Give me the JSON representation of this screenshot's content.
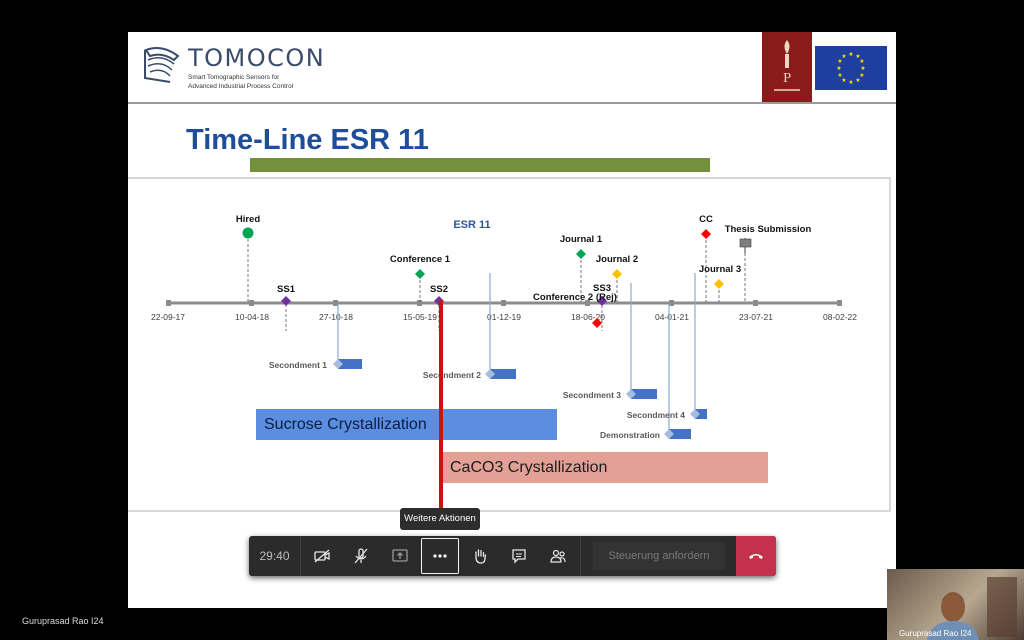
{
  "meeting": {
    "timer": "29:40",
    "tooltip": "Weitere Aktionen",
    "request_control": "Steuerung anfordern",
    "presenter_name": "Guruprasad Rao I24",
    "self_video_name": "Guruprasad Rao I24"
  },
  "slide": {
    "brand": "TOMOCON",
    "brand_sub1": "Smart Tomographic Sensors for",
    "brand_sub2": "Advanced Industrial Process Control",
    "title": "Time-Line ESR 11"
  },
  "chart": {
    "heading": "ESR 11",
    "axis_ticks": [
      "22-09-17",
      "10-04-18",
      "27-10-18",
      "15-05-19",
      "01-12-19",
      "18-06-20",
      "04-01-21",
      "23-07-21",
      "08-02-22"
    ],
    "milestones": [
      {
        "label": "Hired",
        "color": "#00a651",
        "shape": "circle"
      },
      {
        "label": "SS1",
        "color": "#7030a0",
        "shape": "diamond"
      },
      {
        "label": "Conference 1",
        "color": "#00a651",
        "shape": "diamond"
      },
      {
        "label": "SS2",
        "color": "#7030a0",
        "shape": "diamond"
      },
      {
        "label": "Journal 1",
        "color": "#00a651",
        "shape": "diamond"
      },
      {
        "label": "Journal 2",
        "color": "#ffc000",
        "shape": "diamond"
      },
      {
        "label": "SS3",
        "color": "#7030a0",
        "shape": "diamond"
      },
      {
        "label": "Conference 2 (Rej)",
        "color": "#ff0000",
        "shape": "diamond"
      },
      {
        "label": "CC",
        "color": "#ff0000",
        "shape": "diamond"
      },
      {
        "label": "Journal 3",
        "color": "#ffc000",
        "shape": "diamond"
      },
      {
        "label": "Thesis Submission",
        "color": "#7f7f7f",
        "shape": "flag"
      }
    ],
    "secondments": [
      "Secondment 1",
      "Secondment 2",
      "Secondment 3",
      "Secondment 4",
      "Demonstration"
    ],
    "phases": [
      "Sucrose Crystallization",
      "CaCO3 Crystallization"
    ]
  },
  "colors": {
    "title": "#1e4d9a",
    "green_bar": "#72913a",
    "sucrose": "#5b8ee0",
    "caco3": "#e3a097",
    "red_marker": "#c91212",
    "hangup": "#c4314b"
  }
}
